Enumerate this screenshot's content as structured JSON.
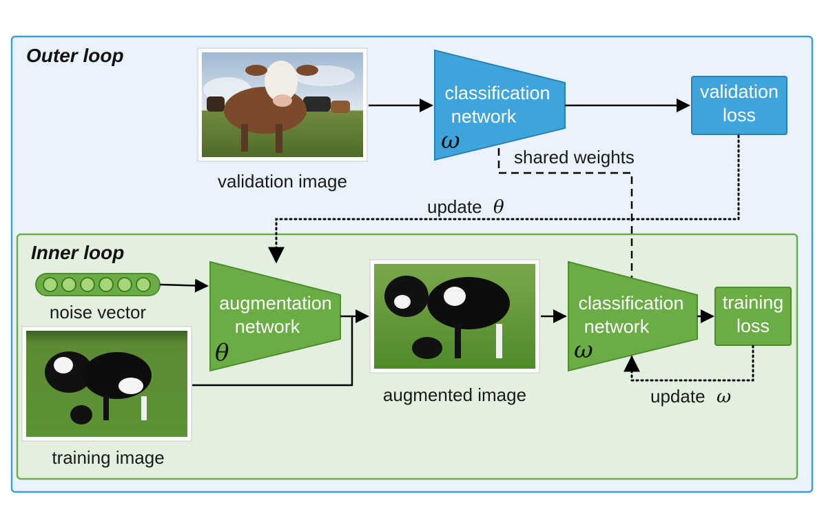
{
  "outer_loop": {
    "title": "Outer loop"
  },
  "inner_loop": {
    "title": "Inner loop"
  },
  "validation_image": {
    "label": "validation image"
  },
  "classification_outer": {
    "line1": "classification",
    "line2": "network",
    "param": "ω"
  },
  "validation_loss": {
    "line1": "validation",
    "line2": "loss"
  },
  "shared_weights": "shared weights",
  "update_theta": {
    "text": "update",
    "symbol": "θ"
  },
  "noise_vector": {
    "label": "noise vector"
  },
  "augmentation": {
    "line1": "augmentation",
    "line2": "network",
    "param": "θ"
  },
  "augmented_image": {
    "label": "augmented image"
  },
  "classification_inner": {
    "line1": "classification",
    "line2": "network",
    "param": "ω"
  },
  "training_loss": {
    "line1": "training",
    "line2": "loss"
  },
  "update_omega": {
    "text": "update",
    "symbol": "ω"
  },
  "training_image": {
    "label": "training image"
  },
  "colors": {
    "outer_bg": "#eaf3fb",
    "outer_border": "#3d9fd6",
    "inner_bg": "#e3f0df",
    "inner_border": "#6aad4a",
    "blue_box": "#3fa4dc",
    "blue_edge": "#2a7fb3",
    "green_box": "#6aad45",
    "green_edge": "#4f8c2f"
  }
}
